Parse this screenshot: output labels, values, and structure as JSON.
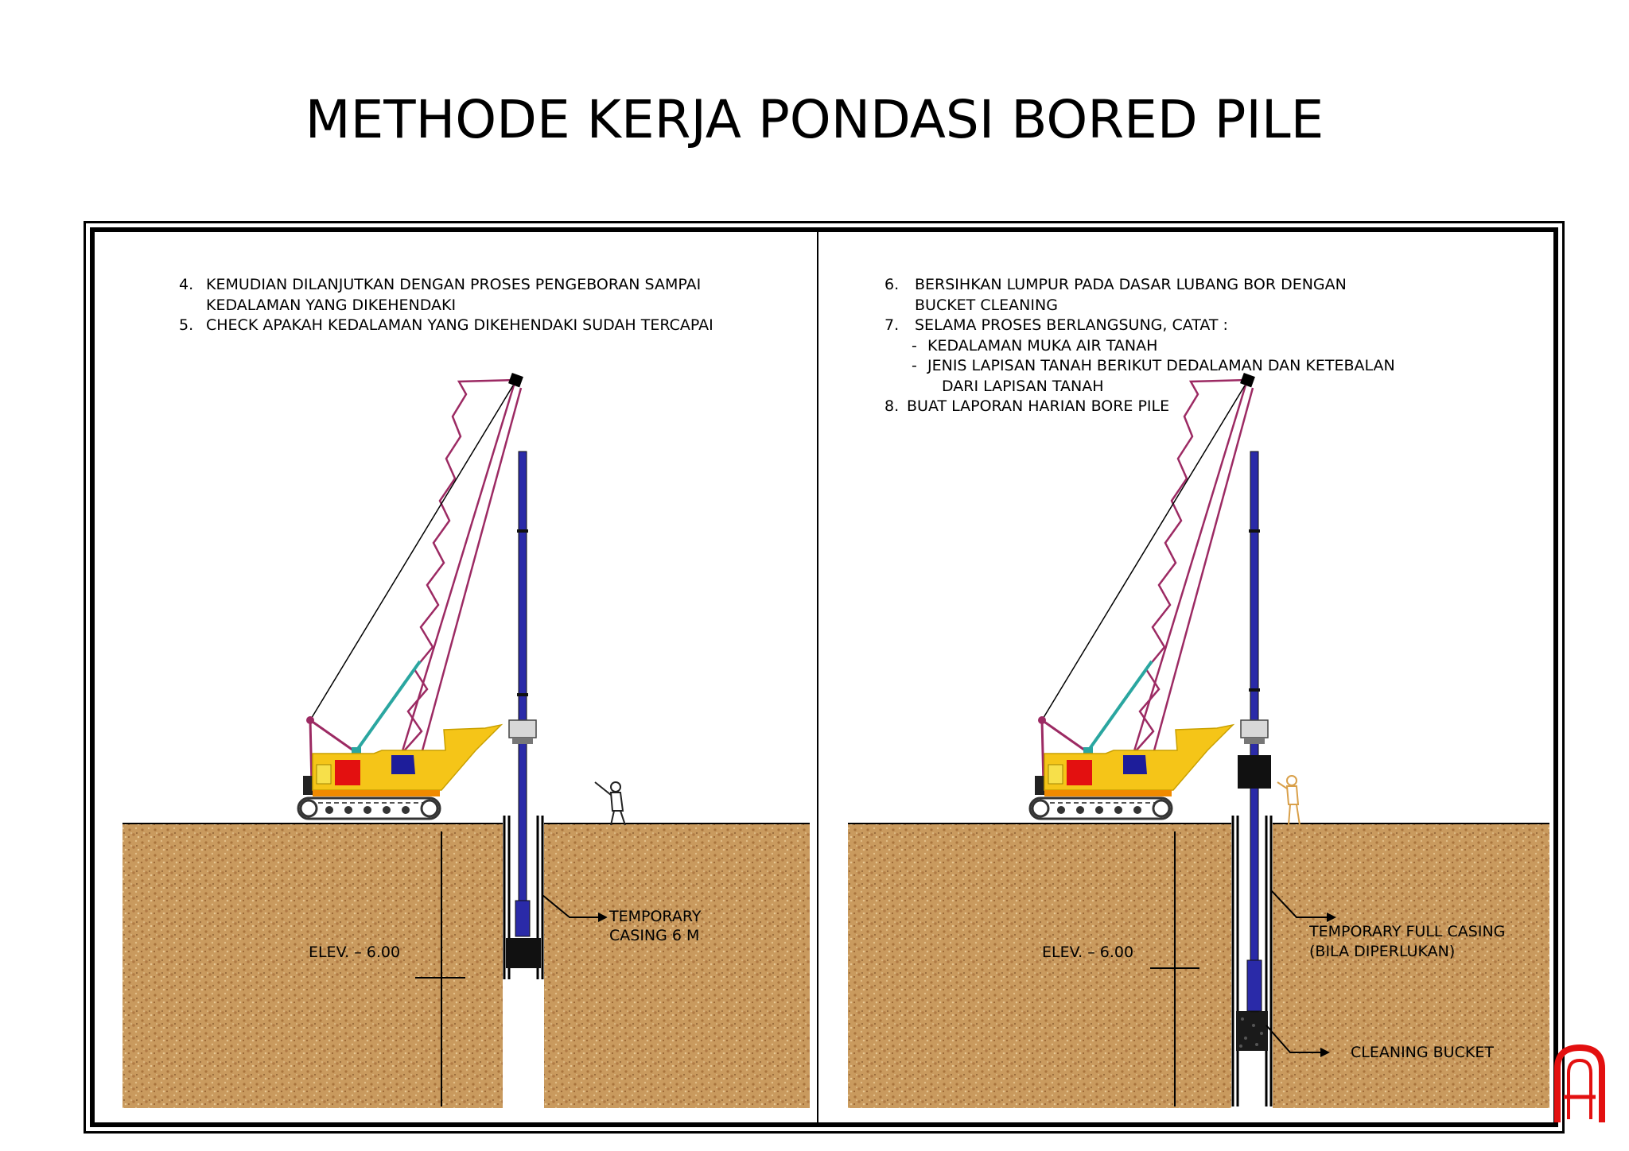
{
  "title": "METHODE KERJA PONDASI BORED PILE",
  "left_panel": {
    "notes": [
      {
        "num": "4.",
        "lines": [
          "KEMUDIAN DILANJUTKAN DENGAN PROSES PENGEBORAN SAMPAI",
          "KEDALAMAN YANG DIKEHENDAKI"
        ]
      },
      {
        "num": "5.",
        "lines": [
          "CHECK APAKAH KEDALAMAN YANG DIKEHENDAKI SUDAH TERCAPAI"
        ]
      }
    ],
    "elev_label": "ELEV. – 6.00",
    "casing_label_1": "TEMPORARY",
    "casing_label_2": "CASING 6 M"
  },
  "right_panel": {
    "note_6_num": "6.",
    "note_6_line_1": "BERSIHKAN LUMPUR PADA DASAR LUBANG BOR DENGAN",
    "note_6_line_2": "BUCKET CLEANING",
    "note_7_num": "7.",
    "note_7_line": "SELAMA PROSES BERLANGSUNG, CATAT :",
    "bullet_1": "KEDALAMAN MUKA AIR TANAH",
    "bullet_2_line_1": "JENIS LAPISAN TANAH BERIKUT DEDALAMAN DAN KETEBALAN",
    "bullet_2_line_2": "DARI LAPISAN TANAH",
    "note_8_num": "8.",
    "note_8_line": "BUAT LAPORAN HARIAN BORE PILE",
    "elev_label": "ELEV. – 6.00",
    "full_casing_label_1": "TEMPORARY FULL CASING",
    "full_casing_label_2": "(BILA DIPERLUKAN)",
    "bucket_label": "CLEANING BUCKET"
  },
  "colors": {
    "soil": "#c99a5e",
    "boom": "#9c2a63",
    "kelly": "#2a2aa8",
    "crane_body": "#f5c518",
    "engine_red": "#e31010"
  }
}
